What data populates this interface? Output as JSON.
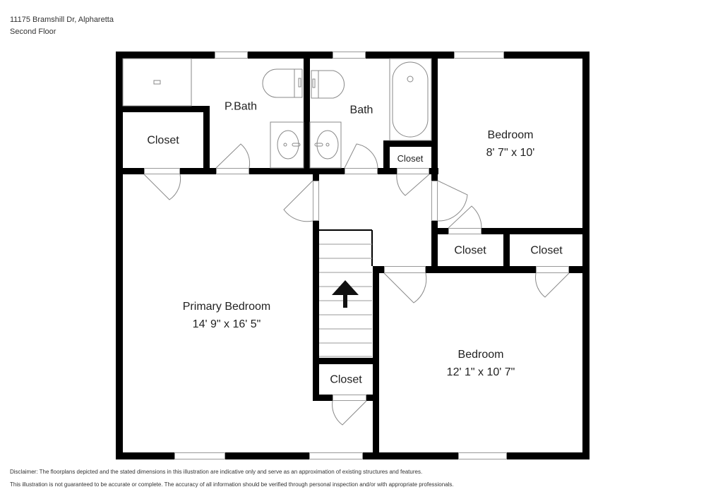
{
  "header": {
    "address": "11175 Bramshill Dr, Alpharetta",
    "floor": "Second Floor"
  },
  "rooms": [
    {
      "id": "pbath",
      "name": "P.Bath",
      "dims": ""
    },
    {
      "id": "bath",
      "name": "Bath",
      "dims": ""
    },
    {
      "id": "closet-pbath",
      "name": "Closet",
      "dims": ""
    },
    {
      "id": "closet-hall",
      "name": "Closet",
      "dims": ""
    },
    {
      "id": "bedroom-ne",
      "name": "Bedroom",
      "dims": "8' 7\" x 10'"
    },
    {
      "id": "closet-mid-1",
      "name": "Closet",
      "dims": ""
    },
    {
      "id": "closet-mid-2",
      "name": "Closet",
      "dims": ""
    },
    {
      "id": "primary-bedroom",
      "name": "Primary Bedroom",
      "dims": "14' 9\" x 16' 5\""
    },
    {
      "id": "closet-stair",
      "name": "Closet",
      "dims": ""
    },
    {
      "id": "bedroom-se",
      "name": "Bedroom",
      "dims": "12' 1\" x 10' 7\""
    }
  ],
  "stairs": {
    "direction": "up",
    "icon": "arrow-up-icon"
  },
  "disclaimer": {
    "line1": "Disclaimer: The floorplans depicted and the stated dimensions in this illustration are indicative only and serve as an approximation of existing structures and features.",
    "line2": "This illustration is not guaranteed to be accurate or complete. The accuracy of all information should be verified through personal inspection and/or with appropriate professionals."
  },
  "colors": {
    "wall": "#000000",
    "background": "#ffffff",
    "fixture": "#888888"
  }
}
